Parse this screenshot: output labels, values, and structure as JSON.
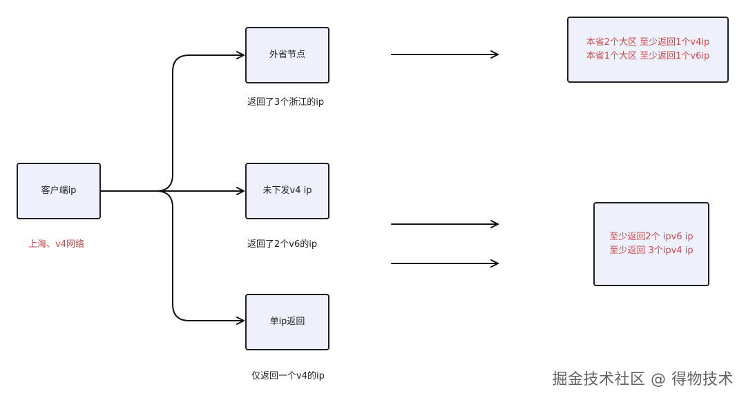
{
  "diagram": {
    "client": {
      "label": "客户端ip",
      "caption": "上海、v4网络"
    },
    "branches": [
      {
        "label": "外省节点",
        "caption": "返回了3个浙江的ip"
      },
      {
        "label": "未下发v4 ip",
        "caption": "返回了2个v6的ip"
      },
      {
        "label": "单ip返回",
        "caption": "仅返回一个v4的ip"
      }
    ],
    "results": [
      {
        "lines": [
          "本省2个大区 至少返回1个v4ip",
          "本省1个大区 至少返回1个v6ip"
        ]
      },
      {
        "lines": [
          "至少返回2个 ipv6 ip",
          "至少返回 3个ipv4 ip"
        ]
      }
    ],
    "watermark": "掘金技术社区 @ 得物技术"
  },
  "colors": {
    "box_fill": "#eef0fb",
    "box_border": "#1f1f1f",
    "result_text": "#c84a4a",
    "caption_text": "#222222"
  }
}
